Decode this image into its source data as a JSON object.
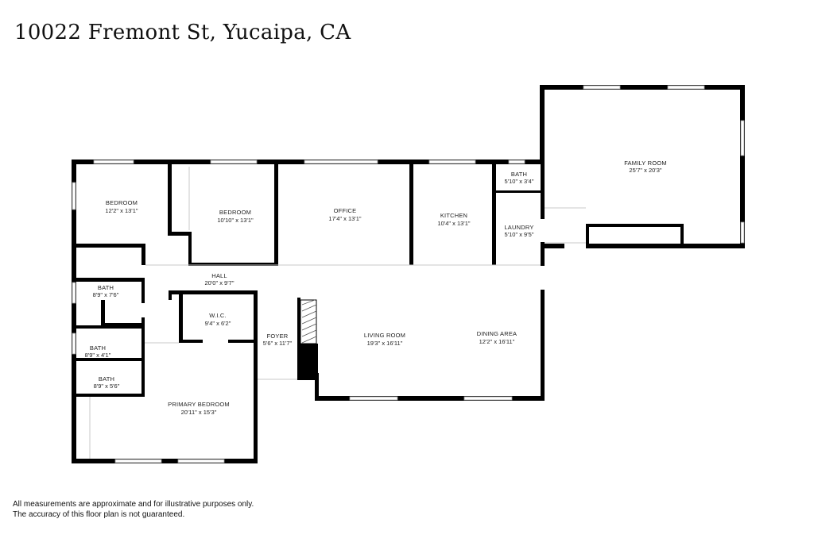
{
  "address_title": "10022 Fremont St, Yucaipa, CA",
  "rooms": [
    {
      "name": "BEDROOM",
      "dims": "12'2\" x 13'1\""
    },
    {
      "name": "BEDROOM",
      "dims": "10'10\" x 13'1\""
    },
    {
      "name": "OFFICE",
      "dims": "17'4\" x 13'1\""
    },
    {
      "name": "KITCHEN",
      "dims": "10'4\" x 13'1\""
    },
    {
      "name": "BATH",
      "dims": "5'10\" x 3'4\""
    },
    {
      "name": "LAUNDRY",
      "dims": "5'10\" x 9'5\""
    },
    {
      "name": "FAMILY ROOM",
      "dims": "25'7\" x 20'3\""
    },
    {
      "name": "HALL",
      "dims": "20'0\" x 9'7\""
    },
    {
      "name": "BATH",
      "dims": "8'9\" x 7'6\""
    },
    {
      "name": "W.I.C.",
      "dims": "9'4\" x 6'2\""
    },
    {
      "name": "BATH",
      "dims": "8'9\" x 4'1\""
    },
    {
      "name": "BATH",
      "dims": "8'9\" x 5'6\""
    },
    {
      "name": "FOYER",
      "dims": "5'6\" x 11'7\""
    },
    {
      "name": "LIVING ROOM",
      "dims": "19'3\" x 16'11\""
    },
    {
      "name": "DINING AREA",
      "dims": "12'2\" x 16'11\""
    },
    {
      "name": "PRIMARY BEDROOM",
      "dims": "20'11\" x 15'3\""
    }
  ],
  "disclaimer": [
    "All measurements are approximate and for illustrative purposes only.",
    "The accuracy of this floor plan is not guaranteed."
  ]
}
